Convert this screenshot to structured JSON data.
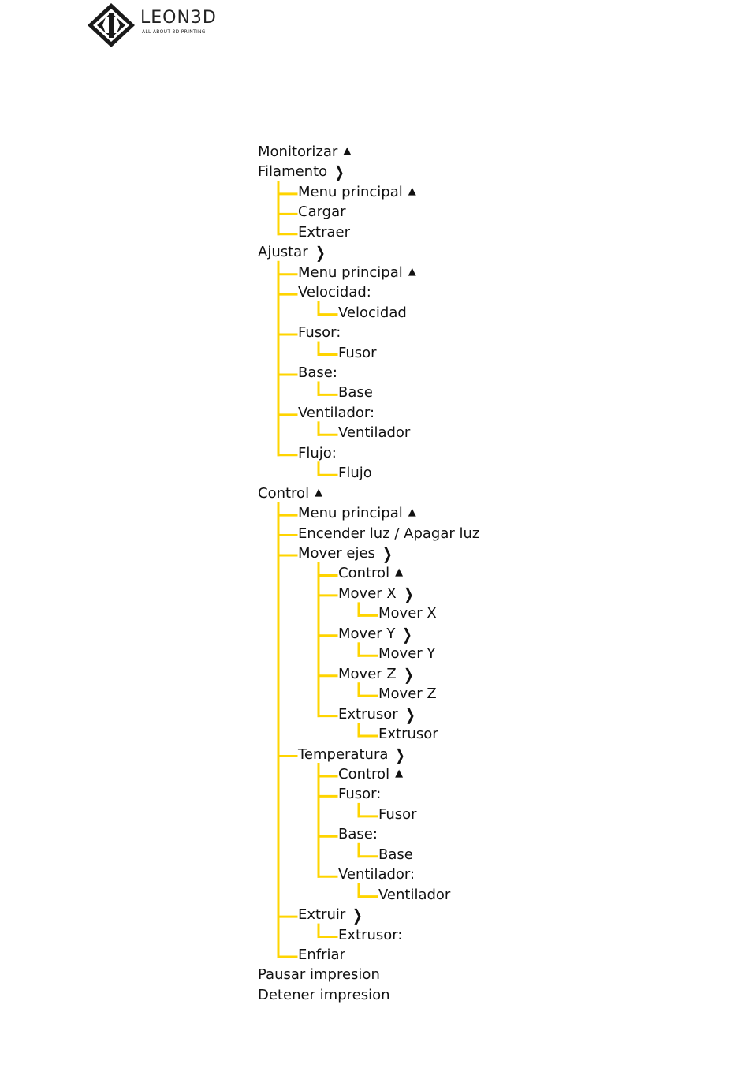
{
  "logo": {
    "name": "LEON3D",
    "tagline": "ALL ABOUT 3D PRINTING"
  },
  "colors": {
    "connector": "#FFD400",
    "text": "#111111"
  },
  "tree": [
    {
      "label": "Monitorizar",
      "icon": "up-arrow-icon",
      "depth": 0
    },
    {
      "label": "Filamento",
      "icon": "chevron-right-icon",
      "depth": 0
    },
    {
      "label": "Menu principal",
      "icon": "up-arrow-icon",
      "depth": 1
    },
    {
      "label": "Cargar",
      "icon": "",
      "depth": 1
    },
    {
      "label": "Extraer",
      "icon": "",
      "depth": 1
    },
    {
      "label": "Ajustar",
      "icon": "chevron-right-icon",
      "depth": 0
    },
    {
      "label": "Menu principal",
      "icon": "up-arrow-icon",
      "depth": 1
    },
    {
      "label": "Velocidad:",
      "icon": "",
      "depth": 1
    },
    {
      "label": "Velocidad",
      "icon": "",
      "depth": 2
    },
    {
      "label": "Fusor:",
      "icon": "",
      "depth": 1
    },
    {
      "label": "Fusor",
      "icon": "",
      "depth": 2
    },
    {
      "label": "Base:",
      "icon": "",
      "depth": 1
    },
    {
      "label": "Base",
      "icon": "",
      "depth": 2
    },
    {
      "label": "Ventilador:",
      "icon": "",
      "depth": 1
    },
    {
      "label": "Ventilador",
      "icon": "",
      "depth": 2
    },
    {
      "label": "Flujo:",
      "icon": "",
      "depth": 1
    },
    {
      "label": "Flujo",
      "icon": "",
      "depth": 2
    },
    {
      "label": "Control",
      "icon": "up-arrow-icon",
      "depth": 0
    },
    {
      "label": "Menu principal",
      "icon": "up-arrow-icon",
      "depth": 1
    },
    {
      "label": "Encender luz / Apagar luz",
      "icon": "",
      "depth": 1
    },
    {
      "label": "Mover ejes",
      "icon": "chevron-right-icon",
      "depth": 1
    },
    {
      "label": "Control",
      "icon": "up-arrow-icon",
      "depth": 2
    },
    {
      "label": "Mover X",
      "icon": "chevron-right-icon",
      "depth": 2
    },
    {
      "label": "Mover X",
      "icon": "",
      "depth": 3
    },
    {
      "label": "Mover Y",
      "icon": "chevron-right-icon",
      "depth": 2
    },
    {
      "label": "Mover Y",
      "icon": "",
      "depth": 3
    },
    {
      "label": "Mover Z",
      "icon": "chevron-right-icon",
      "depth": 2
    },
    {
      "label": "Mover Z",
      "icon": "",
      "depth": 3
    },
    {
      "label": "Extrusor",
      "icon": "chevron-right-icon",
      "depth": 2
    },
    {
      "label": "Extrusor",
      "icon": "",
      "depth": 3
    },
    {
      "label": "Temperatura",
      "icon": "chevron-right-icon",
      "depth": 1
    },
    {
      "label": "Control",
      "icon": "up-arrow-icon",
      "depth": 2
    },
    {
      "label": "Fusor:",
      "icon": "",
      "depth": 2
    },
    {
      "label": "Fusor",
      "icon": "",
      "depth": 3
    },
    {
      "label": "Base:",
      "icon": "",
      "depth": 2
    },
    {
      "label": "Base",
      "icon": "",
      "depth": 3
    },
    {
      "label": "Ventilador:",
      "icon": "",
      "depth": 2
    },
    {
      "label": "Ventilador",
      "icon": "",
      "depth": 3
    },
    {
      "label": "Extruir",
      "icon": "chevron-right-icon",
      "depth": 1
    },
    {
      "label": "Extrusor:",
      "icon": "",
      "depth": 2
    },
    {
      "label": "Enfriar",
      "icon": "",
      "depth": 1
    },
    {
      "label": "Pausar impresion",
      "icon": "",
      "depth": 0
    },
    {
      "label": "Detener impresion",
      "icon": "",
      "depth": 0
    }
  ]
}
